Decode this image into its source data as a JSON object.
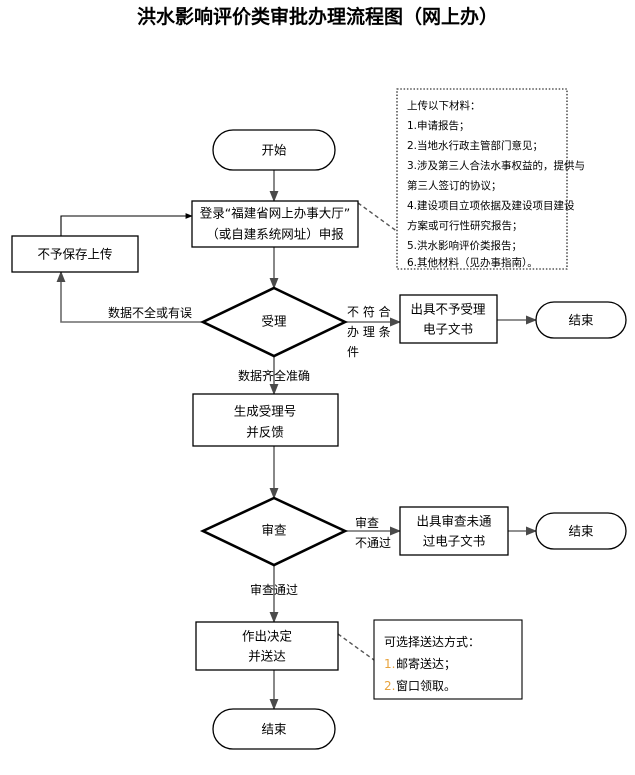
{
  "title": "洪水影响评价类审批办理流程图（网上办）",
  "nodes": {
    "start": "开始",
    "login_line1": "登录“福建省网上办事大厅”",
    "login_line2": "（或自建系统网址）申报",
    "no_save": "不予保存上传",
    "accept_decision": "受理",
    "reject_doc_line1": "出具不予受理",
    "reject_doc_line2": "电子文书",
    "end_reject": "结束",
    "gen_no_line1": "生成受理号",
    "gen_no_line2": "并反馈",
    "review_decision": "审查",
    "fail_doc_line1": "出具审查未通",
    "fail_doc_line2": "过电子文书",
    "end_fail": "结束",
    "decision_line1": "作出决定",
    "decision_line2": "并送达",
    "end_final": "结束"
  },
  "edge_labels": {
    "data_incomplete": "数据不全或有误",
    "not_qualified_l1": "不 符 合",
    "not_qualified_l2": "办 理 条",
    "not_qualified_l3": "件",
    "data_complete": "数据齐全准确",
    "review_fail_l1": "审查",
    "review_fail_l2": "不通过",
    "review_pass": "审查通过"
  },
  "notes": {
    "upload": {
      "heading": "上传以下材料：",
      "lines": [
        "1.申请报告；",
        "2.当地水行政主管部门意见；",
        "3.涉及第三人合法水事权益的，提供与",
        "第三人签订的协议；",
        "4.建设项目立项依据及建设项目建设",
        "方案或可行性研究报告；",
        "5.洪水影响评价类报告；",
        "6.其他材料（见办事指南）。"
      ]
    },
    "delivery": {
      "heading": "可选择送达方式：",
      "items": [
        {
          "num": "1.",
          "text": "邮寄送达；"
        },
        {
          "num": "2.",
          "text": "窗口领取。"
        }
      ]
    }
  },
  "colors": {
    "accent_number": "#E8A33D",
    "connector": "#6b6b6b",
    "stroke": "#000000"
  }
}
